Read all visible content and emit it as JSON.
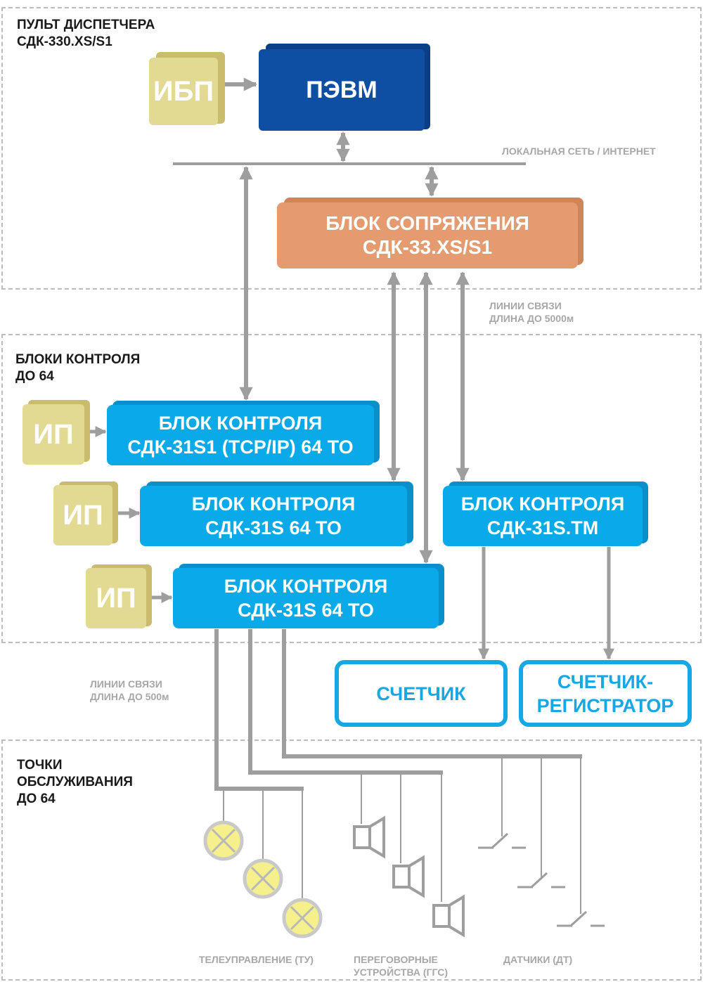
{
  "zones": {
    "dispatcher": {
      "title_line1": "ПУЛЬТ ДИСПЕТЧЕРА",
      "title_line2": "СДК-330.XS/S1"
    },
    "control": {
      "title_line1": "БЛОКИ КОНТРОЛЯ",
      "title_line2": "ДО 64"
    },
    "service": {
      "title_line1": "ТОЧКИ",
      "title_line2": "ОБСЛУЖИВАНИЯ",
      "title_line3": "ДО 64"
    }
  },
  "captions": {
    "network": "ЛОКАЛЬНАЯ СЕТЬ / ИНТЕРНЕТ",
    "lines_long_1": "ЛИНИИ СВЯЗИ",
    "lines_long_2": "ДЛИНА ДО 5000м",
    "lines_short_1": "ЛИНИИ СВЯЗИ",
    "lines_short_2": "ДЛИНА ДО 500м",
    "telecontrol": "ТЕЛЕУПРАВЛЕНИЕ (ТУ)",
    "intercom_1": "ПЕРЕГОВОРНЫЕ",
    "intercom_2": "УСТРОЙСТВА (ГГС)",
    "sensors": "ДАТЧИКИ (ДТ)"
  },
  "blocks": {
    "ups": "ИБП",
    "pc": "ПЭВМ",
    "interface_line1": "БЛОК СОПРЯЖЕНИЯ",
    "interface_line2": "СДК-33.XS/S1",
    "psu1": "ИП",
    "psu2": "ИП",
    "psu3": "ИП",
    "ctrl_s1_line1": "БЛОК КОНТРОЛЯ",
    "ctrl_s1_line2": "СДК-31S1 (TCP/IP)  64 ТО",
    "ctrl_s_a_line1": "БЛОК КОНТРОЛЯ",
    "ctrl_s_a_line2": "СДК-31S  64 ТО",
    "ctrl_s_b_line1": "БЛОК КОНТРОЛЯ",
    "ctrl_s_b_line2": "СДК-31S  64 ТО",
    "ctrl_tm_line1": "БЛОК КОНТРОЛЯ",
    "ctrl_tm_line2": "СДК-31S.TM",
    "meter": "СЧЕТЧИК",
    "meter_reg_line1": "СЧЕТЧИК-",
    "meter_reg_line2": "РЕГИСТРАТОР"
  },
  "icons": [
    "lamp-icon",
    "speaker-icon",
    "switch-icon"
  ],
  "colors": {
    "ups_psu": "#e2d993",
    "pc": "#0f4fa3",
    "interface": "#e39b6f",
    "control": "#0aa9e7",
    "meter_border": "#17a7e3",
    "lines": "#9e9e9e",
    "lamp": "#f5ef8c"
  }
}
